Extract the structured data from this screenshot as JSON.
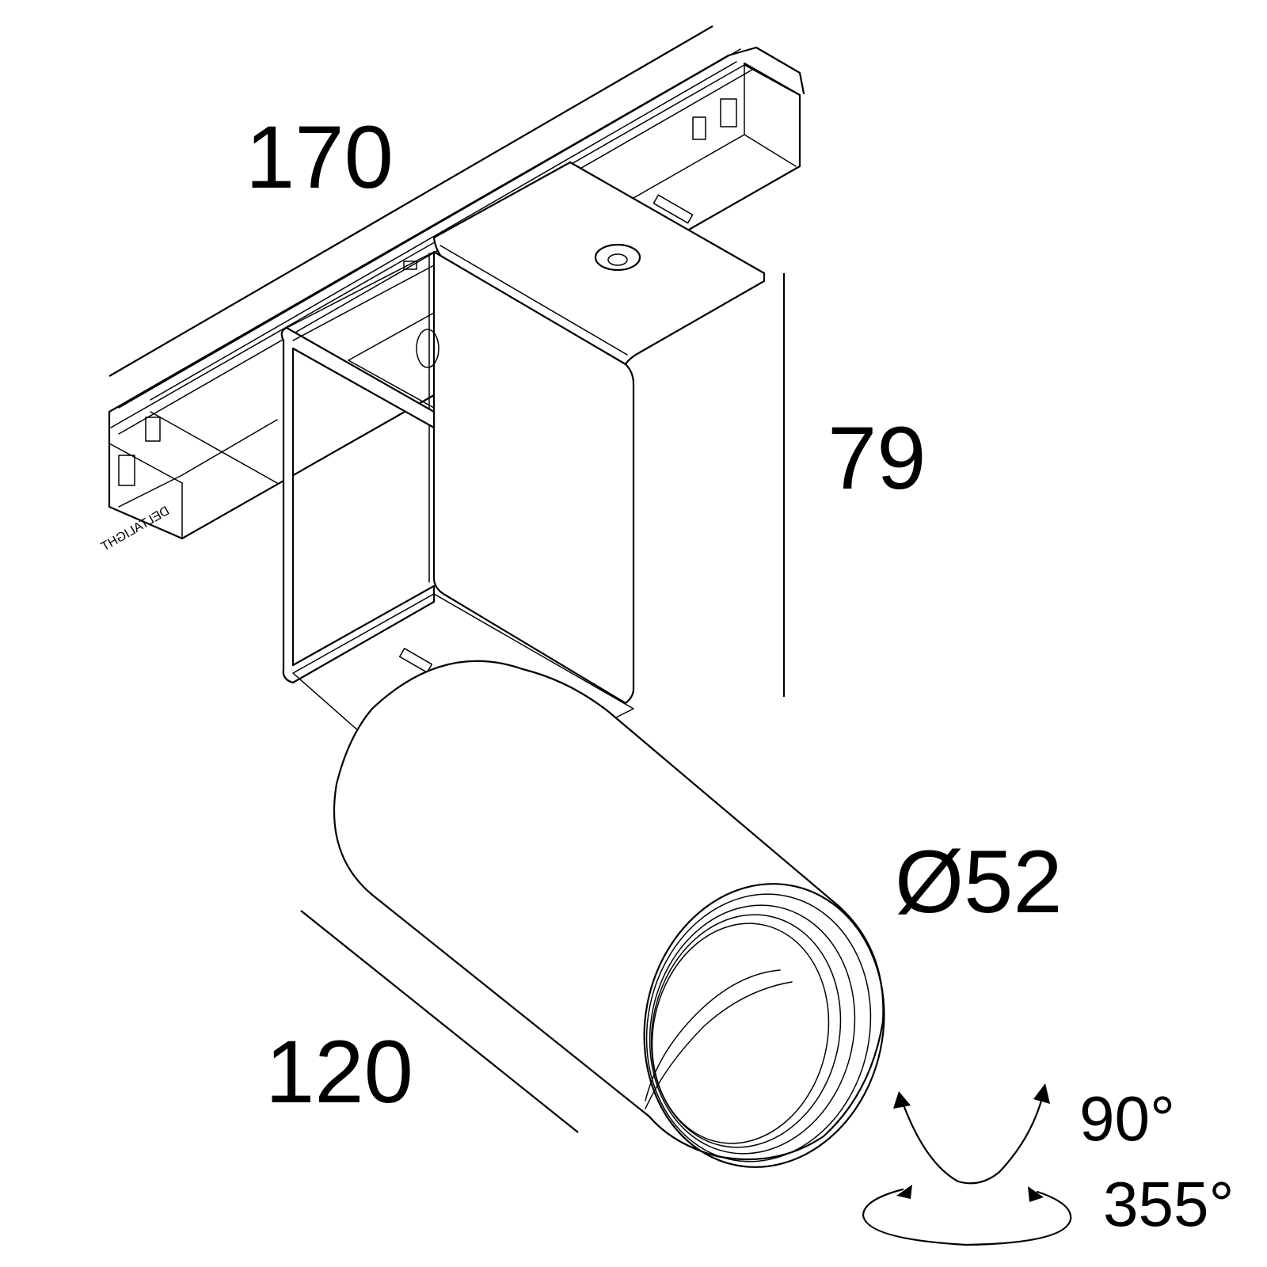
{
  "dimensions": {
    "length": "170",
    "height": "79",
    "diameter": "Ø52",
    "head_length": "120"
  },
  "rotation": {
    "tilt": "90°",
    "pan": "355°"
  },
  "label_text": "DELTALIGHT"
}
